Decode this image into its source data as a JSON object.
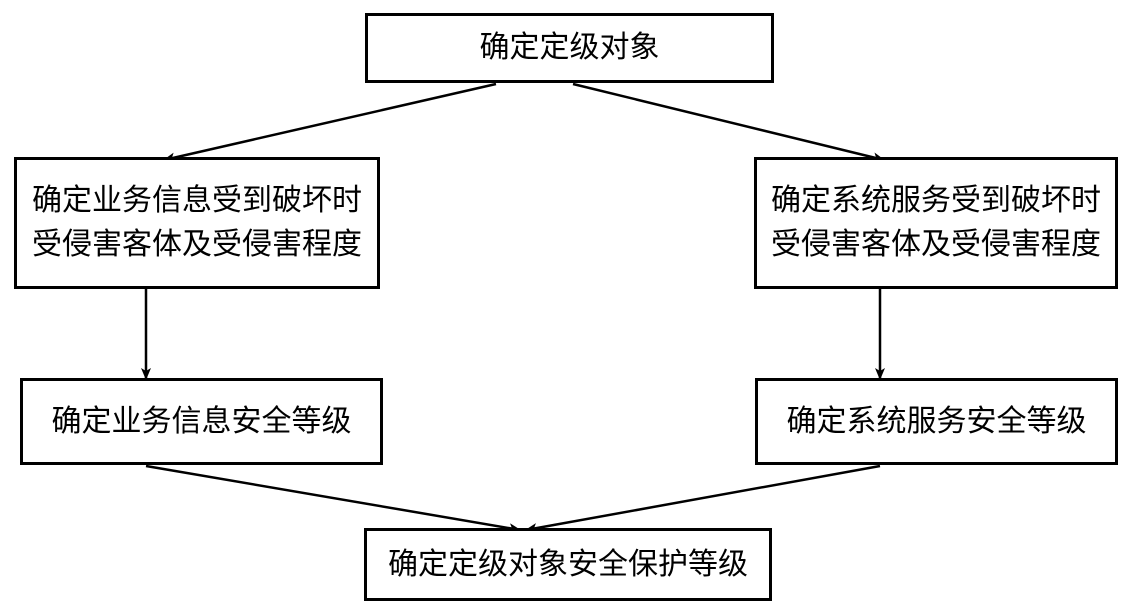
{
  "diagram": {
    "nodes": {
      "top": "确定定级对象",
      "left_middle": [
        "确定业务信息受到破坏时",
        "受侵害客体及受侵害程度"
      ],
      "right_middle": [
        "确定系统服务受到破坏时",
        "受侵害客体及受侵害程度"
      ],
      "left_level": "确定业务信息安全等级",
      "right_level": "确定系统服务安全等级",
      "bottom": "确定定级对象安全保护等级"
    },
    "edges": [
      {
        "from": "top",
        "to": "left_middle"
      },
      {
        "from": "top",
        "to": "right_middle"
      },
      {
        "from": "left_middle",
        "to": "left_level"
      },
      {
        "from": "right_middle",
        "to": "right_level"
      },
      {
        "from": "left_level",
        "to": "bottom"
      },
      {
        "from": "right_level",
        "to": "bottom"
      }
    ],
    "colors": {
      "stroke": "#000000",
      "background": "#ffffff"
    }
  }
}
